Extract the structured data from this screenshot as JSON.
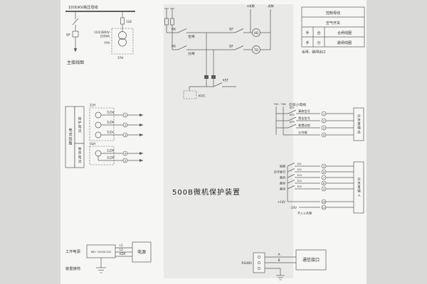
{
  "title": "500B微机保护装置",
  "colors": {
    "paper": "#f6f6f4",
    "device_band": "#e9e9e7",
    "outer": "#d9d9d7",
    "line": "#5a5a5a"
  },
  "main_wiring": {
    "busbar_label": "10(6)KV高压母线",
    "breaker_label": "QF",
    "fuse_label": "1LB",
    "pt_spec_line1": "110(380)V",
    "pt_spec_line2": "220VA",
    "pt_conn": "YY0",
    "pt_label": "1YH",
    "caption": "主接线图"
  },
  "control_circuit": {
    "rail_plus": "+KM",
    "rail_minus": "-KM",
    "row1": {
      "switch": "KK",
      "op": "合闸",
      "aux": "QF",
      "coil": "HQ"
    },
    "row2": {
      "switch": "KK",
      "op": "分闸",
      "aux": "QF",
      "coil": "TQ"
    },
    "kst_label": "KST",
    "kgc_label": "KGC"
  },
  "control_table": {
    "header1": "控制母线",
    "header2": "空气开关",
    "rows": [
      {
        "c1": "手",
        "c2": "合",
        "c3": "合闸线圈"
      },
      {
        "c1": "手",
        "c2": "分",
        "c3": "跳闸线圈"
      }
    ],
    "caption": "合闸、跳闸出口"
  },
  "current_loop": {
    "group_label": "电流回路",
    "sub_label1": "保护电流",
    "sub_label2": "零序电流",
    "ct1_label": "2LH",
    "ct2_label": "0LH",
    "wires": [
      {
        "label": "1LDa",
        "terminal": "1"
      },
      {
        "label": "1LDb",
        "terminal": "2"
      },
      {
        "label": "1LDc",
        "terminal": "3"
      },
      {
        "label": "1LD0",
        "terminal": "4"
      },
      {
        "label": "1LD0'",
        "terminal": "5"
      }
    ]
  },
  "signal_section": {
    "bus_label": "信号小母线",
    "bus_no1": "700",
    "bus_no2": "708",
    "rows": [
      {
        "contact": "KP1",
        "label": "事故信号",
        "terminal": "1"
      },
      {
        "contact": "KP2",
        "label": "预告信号",
        "terminal": "2"
      },
      {
        "contact": "KP3",
        "label": "装置闭锁",
        "terminal": "3"
      },
      {
        "contact": "",
        "label": "公共端",
        "terminal": "4"
      }
    ],
    "box_label": "开关量输出"
  },
  "input_section": {
    "rows": [
      {
        "label": "联跳",
        "code": "1S1",
        "terminal": "5"
      },
      {
        "label": "信号复归",
        "code": "1S2",
        "terminal": "6"
      },
      {
        "label": "备用",
        "code": "1S3",
        "terminal": "7"
      },
      {
        "label": "备用",
        "code": "1S4",
        "terminal": "8"
      },
      {
        "label": "备用",
        "code": "1S5",
        "terminal": "9"
      }
    ],
    "plus_label": "+24V",
    "plus_terminal": "10",
    "minus_label": "-24V",
    "minus_terminal": "11",
    "common_label": "开入公共端",
    "box_label": "开关量输入"
  },
  "power_section": {
    "label": "工作电源",
    "module_label": "WD~220/DC220",
    "wire1": "L1",
    "wire2": "L2",
    "wire3": "KD0",
    "box_label": "电源",
    "ground_label": "装置接地"
  },
  "comm_section": {
    "port_label": "RS485",
    "wire_a": "A",
    "wire_b": "B",
    "box_label": "通信接口"
  }
}
